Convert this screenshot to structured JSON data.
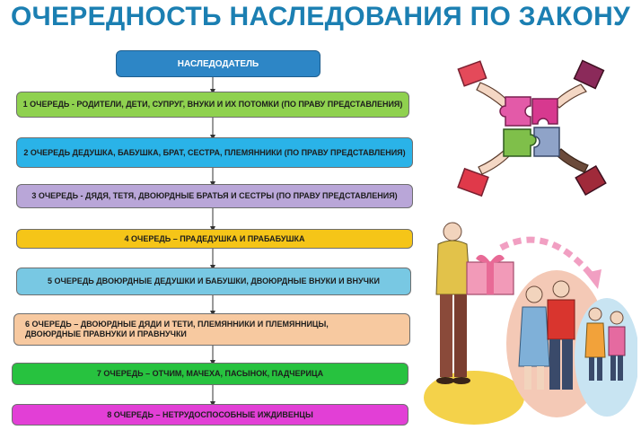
{
  "title": "ОЧЕРЕДНОСТЬ НАСЛЕДОВАНИЯ ПО ЗАКОНУ",
  "head": "НАСЛЕДОДАТЕЛЬ",
  "queues": [
    "1 ОЧЕРЕДЬ - РОДИТЕЛИ, ДЕТИ, СУПРУГ, ВНУКИ И ИХ ПОТОМКИ (ПО ПРАВУ ПРЕДСТАВЛЕНИЯ)",
    "2 ОЧЕРЕДЬ   ДЕДУШКА, БАБУШКА, БРАТ, СЕСТРА, ПЛЕМЯННИКИ (ПО ПРАВУ ПРЕДСТАВЛЕНИЯ)",
    "3 ОЧЕРЕДЬ - ДЯДЯ, ТЕТЯ, ДВОЮРДНЫЕ БРАТЬЯ И СЕСТРЫ (ПО ПРАВУ  ПРЕДСТАВЛЕНИЯ)",
    "4 ОЧЕРЕДЬ – ПРАДЕДУШКА И ПРАБАБУШКА",
    "5 ОЧЕРЕДЬ    ДВОЮРДНЫЕ ДЕДУШКИ И БАБУШКИ, ДВОЮРДНЫЕ ВНУКИ И ВНУЧКИ",
    "6 ОЧЕРЕДЬ – ДВОЮРДНЫЕ ДЯДИ И ТЕТИ, ПЛЕМЯННИКИ И ПЛЕМЯННИЦЫ, ДВОЮРДНЫЕ ПРАВНУКИ И ПРАВНУЧКИ",
    "7 ОЧЕРЕДЬ – ОТЧИМ, МАЧЕХА, ПАСЫНОК, ПАДЧЕРИЦА",
    "8 ОЧЕРЕДЬ – НЕТРУДОСПОСОБНЫЕ ИЖДИВЕНЦЫ"
  ],
  "icons": {
    "puzzle": "puzzle-hands-illustration",
    "family": "family-gift-illustration"
  },
  "colors": {
    "title": "#1b7fb2",
    "head": "#2d86c6",
    "queue_fills": [
      "#8fd14f",
      "#2ab3e8",
      "#b9a6d8",
      "#f5c518",
      "#78c8e3",
      "#f7c9a0",
      "#27c23f",
      "#e23fd6"
    ]
  }
}
